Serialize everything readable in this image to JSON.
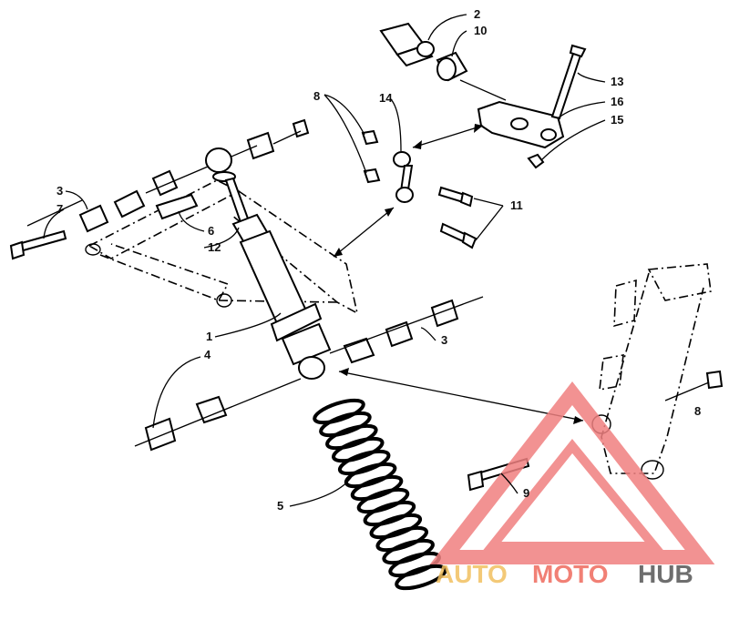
{
  "diagram": {
    "callouts": {
      "c1": "1",
      "c2": "2",
      "c3a": "3",
      "c3b": "3",
      "c4": "4",
      "c5": "5",
      "c6": "6",
      "c7": "7",
      "c8a": "8",
      "c8b": "8",
      "c9": "9",
      "c10": "10",
      "c11": "11",
      "c12": "12",
      "c13": "13",
      "c14": "14",
      "c15": "15",
      "c16": "16"
    }
  },
  "watermark": {
    "word_auto": "AUTO",
    "word_moto": "MOTO",
    "word_hub": "HUB",
    "color_auto": "#f2c060",
    "color_moto": "#ef6a5e",
    "color_hub": "#555555",
    "triangle_color": "#f08080"
  }
}
